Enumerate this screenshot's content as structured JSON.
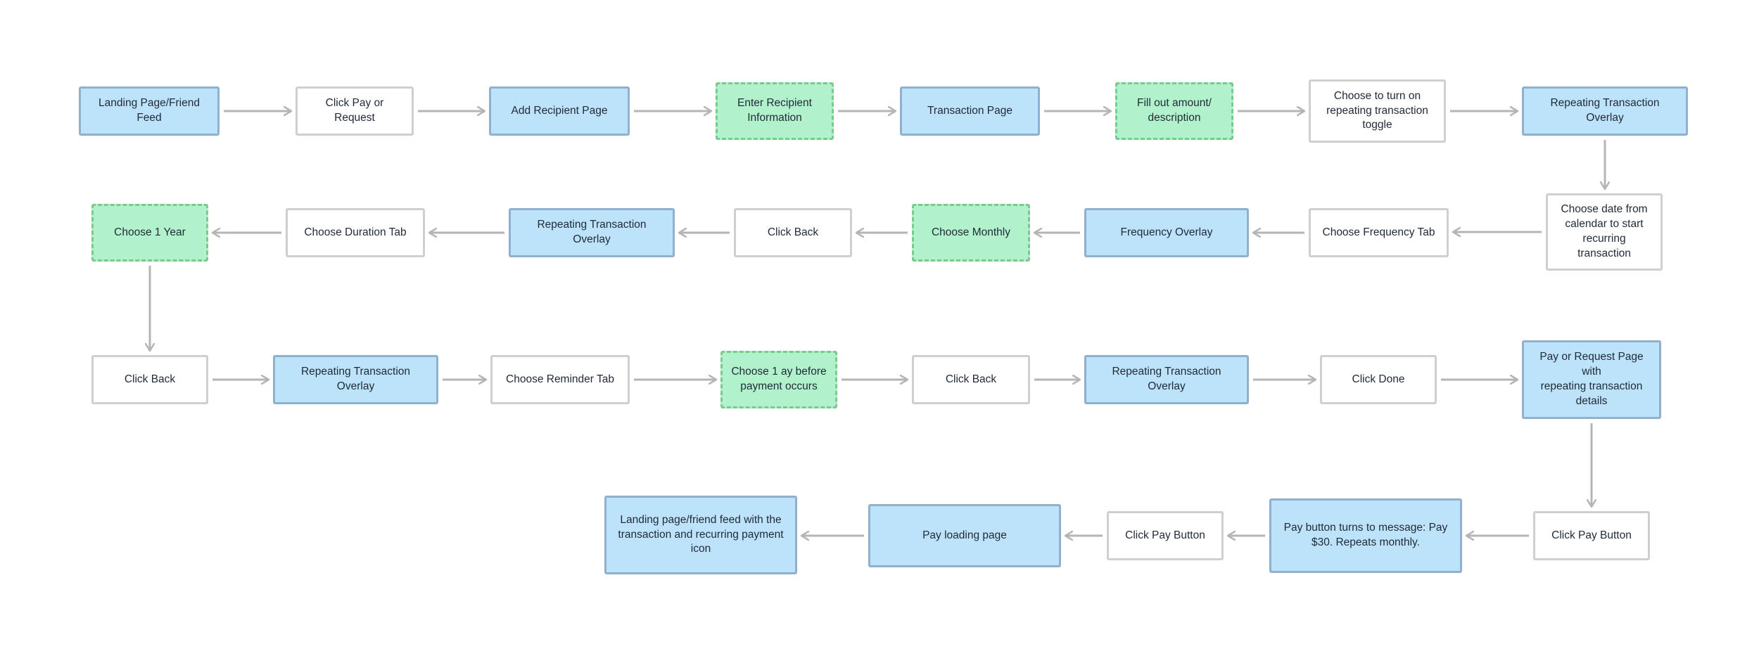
{
  "diagram": {
    "colors": {
      "screen": "#bde3fb",
      "action": "#ffffff",
      "input": "#b1f2cc",
      "arrow": "#b5b5b5"
    },
    "nodes": [
      {
        "id": "n1",
        "text": "Landing Page/Friend Feed",
        "kind": "screen"
      },
      {
        "id": "n2",
        "text": "Click Pay or Request",
        "kind": "action"
      },
      {
        "id": "n3",
        "text": "Add Recipient Page",
        "kind": "screen"
      },
      {
        "id": "n4",
        "text": "Enter Recipient\nInformation",
        "kind": "input"
      },
      {
        "id": "n5",
        "text": "Transaction Page",
        "kind": "screen"
      },
      {
        "id": "n6",
        "text": "Fill out amount/\ndescription",
        "kind": "input"
      },
      {
        "id": "n7",
        "text": "Choose to turn on\nrepeating transaction\ntoggle",
        "kind": "action"
      },
      {
        "id": "n8",
        "text": "Repeating Transaction Overlay",
        "kind": "screen"
      },
      {
        "id": "n9",
        "text": "Choose date from\ncalendar to start\nrecurring transaction",
        "kind": "action"
      },
      {
        "id": "n10",
        "text": "Choose Frequency Tab",
        "kind": "action"
      },
      {
        "id": "n11",
        "text": "Frequency  Overlay",
        "kind": "screen"
      },
      {
        "id": "n12",
        "text": "Choose Monthly",
        "kind": "input"
      },
      {
        "id": "n13",
        "text": "Click Back",
        "kind": "action"
      },
      {
        "id": "n14",
        "text": "Repeating Transaction Overlay",
        "kind": "screen"
      },
      {
        "id": "n15",
        "text": "Choose Duration Tab",
        "kind": "action"
      },
      {
        "id": "n16",
        "text": "Choose  1 Year",
        "kind": "input"
      },
      {
        "id": "n17",
        "text": "Click Back",
        "kind": "action"
      },
      {
        "id": "n18",
        "text": "Repeating Transaction Overlay",
        "kind": "screen"
      },
      {
        "id": "n19",
        "text": "Choose Reminder Tab",
        "kind": "action"
      },
      {
        "id": "n20",
        "text": "Choose 1 ay before\npayment occurs",
        "kind": "input"
      },
      {
        "id": "n21",
        "text": "Click Back",
        "kind": "action"
      },
      {
        "id": "n22",
        "text": "Repeating Transaction Overlay",
        "kind": "screen"
      },
      {
        "id": "n23",
        "text": "Click Done",
        "kind": "action"
      },
      {
        "id": "n24",
        "text": "Pay or Request Page with\nrepeating transaction\ndetails",
        "kind": "screen"
      },
      {
        "id": "n25",
        "text": "Click Pay Button",
        "kind": "action"
      },
      {
        "id": "n26",
        "text": "Pay button turns to  message: Pay\n$30. Repeats monthly.",
        "kind": "screen"
      },
      {
        "id": "n27",
        "text": "Click Pay Button",
        "kind": "action"
      },
      {
        "id": "n28",
        "text": "Pay loading page",
        "kind": "screen"
      },
      {
        "id": "n29",
        "text": "Landing page/friend feed with the\ntransaction and recurring payment\nicon",
        "kind": "screen"
      }
    ],
    "edges": [
      [
        "n1",
        "n2"
      ],
      [
        "n2",
        "n3"
      ],
      [
        "n3",
        "n4"
      ],
      [
        "n4",
        "n5"
      ],
      [
        "n5",
        "n6"
      ],
      [
        "n6",
        "n7"
      ],
      [
        "n7",
        "n8"
      ],
      [
        "n8",
        "n9"
      ],
      [
        "n9",
        "n10"
      ],
      [
        "n10",
        "n11"
      ],
      [
        "n11",
        "n12"
      ],
      [
        "n12",
        "n13"
      ],
      [
        "n13",
        "n14"
      ],
      [
        "n14",
        "n15"
      ],
      [
        "n15",
        "n16"
      ],
      [
        "n16",
        "n17"
      ],
      [
        "n17",
        "n18"
      ],
      [
        "n18",
        "n19"
      ],
      [
        "n19",
        "n20"
      ],
      [
        "n20",
        "n21"
      ],
      [
        "n21",
        "n22"
      ],
      [
        "n22",
        "n23"
      ],
      [
        "n23",
        "n24"
      ],
      [
        "n24",
        "n25"
      ],
      [
        "n25",
        "n26"
      ],
      [
        "n26",
        "n27"
      ],
      [
        "n27",
        "n28"
      ],
      [
        "n28",
        "n29"
      ]
    ]
  }
}
